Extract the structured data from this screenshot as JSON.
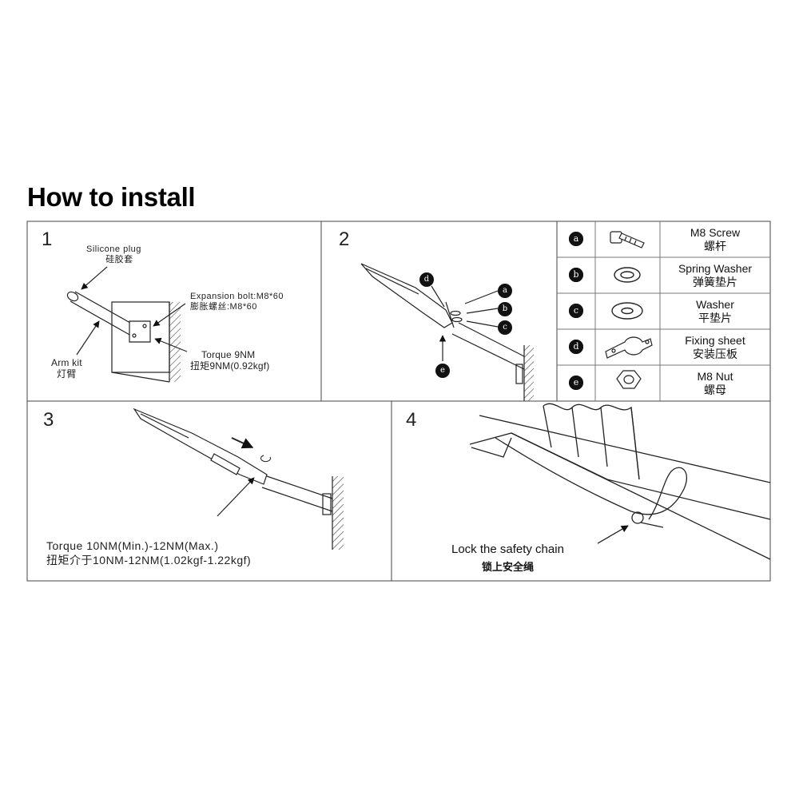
{
  "title": "How to install",
  "steps": {
    "s1": {
      "number": "1",
      "silicone_en": "Silicone plug",
      "silicone_cn": "硅胶套",
      "bolt_en": "Expansion bolt:M8*60",
      "bolt_cn": "膨胀螺丝:M8*60",
      "arm_en": "Arm kit",
      "arm_cn": "灯臂",
      "torque_en": "Torque 9NM",
      "torque_cn": "扭矩9NM(0.92kgf)"
    },
    "s2": {
      "number": "2",
      "callouts": {
        "a": "a",
        "b": "b",
        "c": "c",
        "d": "d",
        "e": "e"
      }
    },
    "s3": {
      "number": "3",
      "torque_en": "Torque 10NM(Min.)-12NM(Max.)",
      "torque_cn": "扭矩介于10NM-12NM(1.02kgf-1.22kgf)"
    },
    "s4": {
      "number": "4",
      "chain_en": "Lock the safety chain",
      "chain_cn": "锁上安全绳"
    }
  },
  "parts": [
    {
      "letter": "a",
      "name_en": "M8 Screw",
      "name_cn": "螺杆",
      "icon": "screw-icon"
    },
    {
      "letter": "b",
      "name_en": "Spring Washer",
      "name_cn": "弹簧垫片",
      "icon": "spring-washer-icon"
    },
    {
      "letter": "c",
      "name_en": "Washer",
      "name_cn": "平垫片",
      "icon": "washer-icon"
    },
    {
      "letter": "d",
      "name_en": "Fixing sheet",
      "name_cn": "安装压板",
      "icon": "fixing-sheet-icon"
    },
    {
      "letter": "e",
      "name_en": "M8 Nut",
      "name_cn": "螺母",
      "icon": "nut-icon"
    }
  ]
}
